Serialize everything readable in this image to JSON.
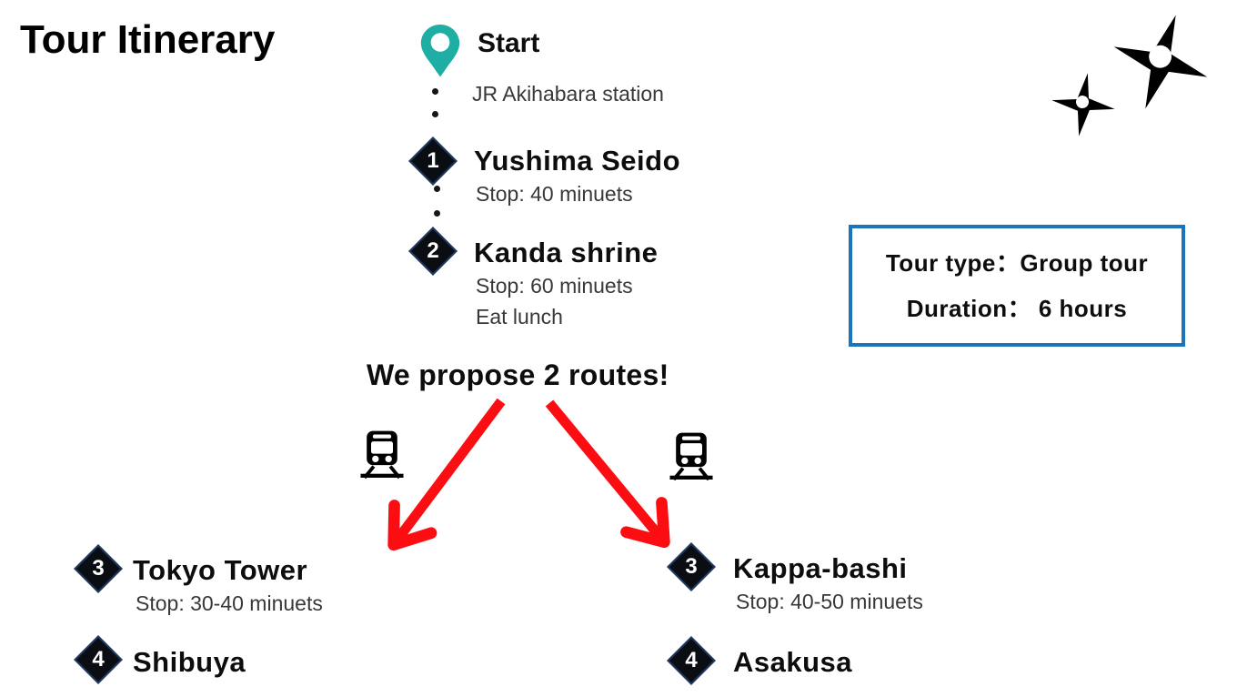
{
  "title": "Tour Itinerary",
  "timeline": {
    "start": {
      "title": "Start",
      "note": "JR Akihabara station"
    },
    "stops": [
      {
        "number": "1",
        "name": "Yushima Seido",
        "lines": [
          "Stop: 40 minuets"
        ]
      },
      {
        "number": "2",
        "name": "Kanda shrine",
        "lines": [
          "Stop: 60 minuets",
          "Eat lunch"
        ]
      }
    ]
  },
  "proposal": "We propose 2 routes!",
  "routes": {
    "left": {
      "stops": [
        {
          "number": "3",
          "name": "Tokyo Tower",
          "lines": [
            "Stop: 30-40 minuets"
          ]
        },
        {
          "number": "4",
          "name": "Shibuya",
          "lines": []
        }
      ]
    },
    "right": {
      "stops": [
        {
          "number": "3",
          "name": "Kappa-bashi",
          "lines": [
            "Stop: 40-50 minuets"
          ]
        },
        {
          "number": "4",
          "name": "Asakusa",
          "lines": []
        }
      ]
    }
  },
  "info_box": {
    "tour_type": "Tour type：Group tour",
    "duration": "Duration： 6 hours"
  },
  "icons": {
    "start": "map-pin-icon",
    "route_transport": "train-icon",
    "decoration": [
      "shuriken-icon-large",
      "shuriken-icon-small"
    ]
  },
  "colors": {
    "pin_teal": "#1FAEA4",
    "diamond_fill": "#0A0D12",
    "diamond_border": "#1F3864",
    "arrow_red": "#FC0D12",
    "info_border_blue": "#1B75BC",
    "icon_black": "#000000"
  }
}
